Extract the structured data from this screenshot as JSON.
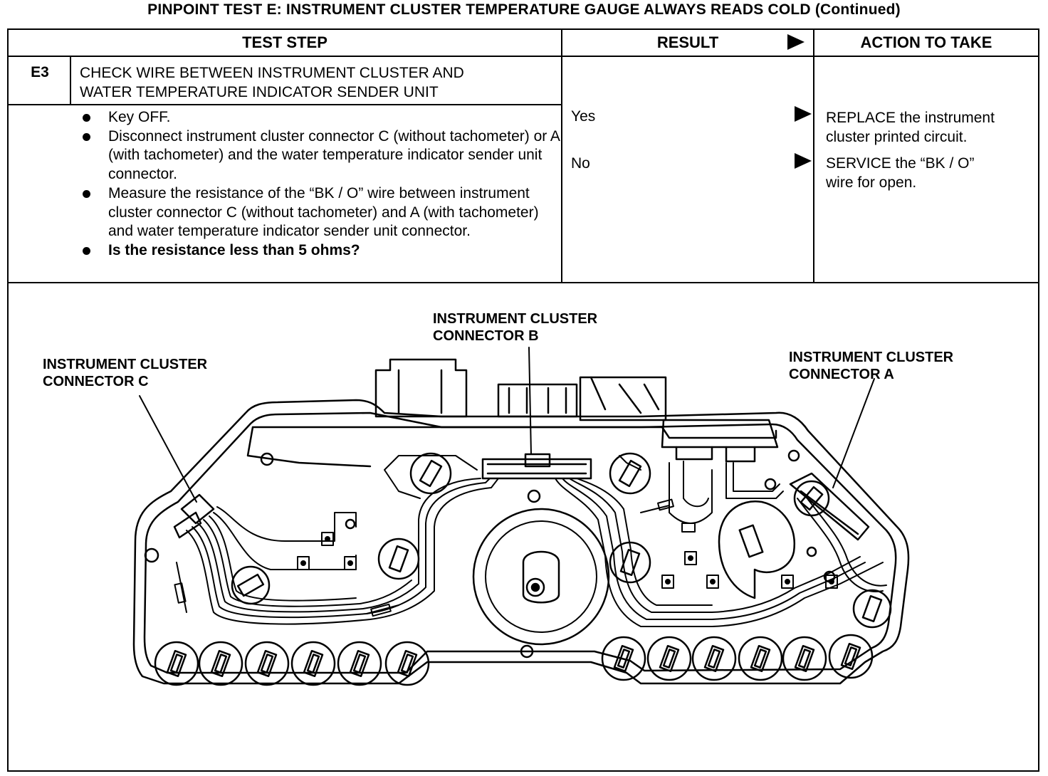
{
  "page_title": "PINPOINT TEST E: INSTRUMENT CLUSTER TEMPERATURE GAUGE ALWAYS READS COLD (Continued)",
  "table": {
    "headers": {
      "test_step": "TEST STEP",
      "result": "RESULT",
      "action": "ACTION TO TAKE"
    },
    "step": {
      "id": "E3",
      "title_line1": "CHECK WIRE BETWEEN INSTRUMENT CLUSTER AND",
      "title_line2": "WATER TEMPERATURE INDICATOR SENDER UNIT",
      "bullets": [
        "Key OFF.",
        "Disconnect instrument cluster connector C (without tachometer) or A (with tachometer) and the water temperature indicator sender unit connector.",
        "Measure the resistance of the “BK / O” wire between instrument cluster connector C (without tachometer) and A (with tachometer) and water temperature indicator sender unit connector.",
        "Is the resistance less than 5 ohms?"
      ]
    },
    "results": [
      {
        "result": "Yes",
        "action_line1": "REPLACE the instrument",
        "action_line2": "cluster printed circuit."
      },
      {
        "result": "No",
        "action_line1": "SERVICE the “BK / O”",
        "action_line2": "wire for open."
      }
    ]
  },
  "diagram": {
    "label_b_line1": "INSTRUMENT CLUSTER",
    "label_b_line2": "CONNECTOR B",
    "label_c_line1": "INSTRUMENT CLUSTER",
    "label_c_line2": "CONNECTOR C",
    "label_a_line1": "INSTRUMENT CLUSTER",
    "label_a_line2": "CONNECTOR A"
  }
}
